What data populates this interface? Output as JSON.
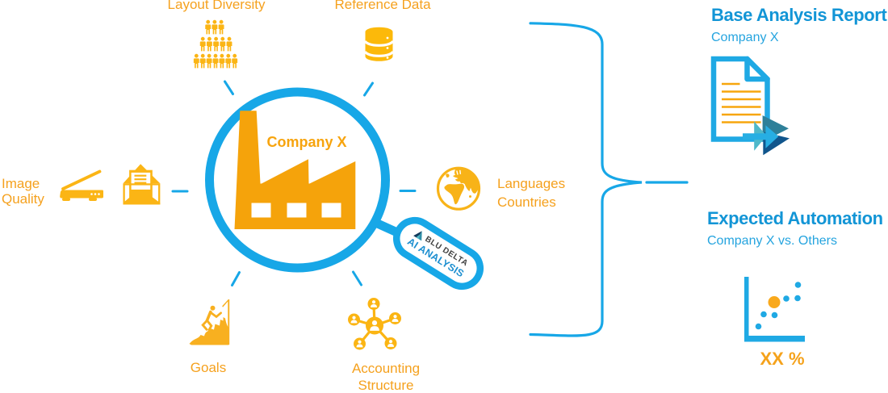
{
  "center": {
    "company_label": "Company X",
    "badge_line1": "BLU DELTA",
    "badge_line2": "AI ANALYSIS"
  },
  "inputs": {
    "layout_diversity": "Layout Diversity",
    "reference_data": "Reference Data",
    "image_quality_line1": "Image",
    "image_quality_line2": "Quality",
    "languages_line1": "Languages",
    "languages_line2": "Countries",
    "goals": "Goals",
    "accounting_line1": "Accounting",
    "accounting_line2": "Structure"
  },
  "outputs": {
    "report_title": "Base Analysis Report",
    "report_subtitle": "Company X",
    "automation_title": "Expected Automation",
    "automation_subtitle": "Company X vs. Others",
    "automation_value": "XX %"
  },
  "colors": {
    "blue": "#17A7E7",
    "heading_blue": "#1295D6",
    "orange_label": "#F5A11E",
    "factory_orange": "#F5A30B",
    "amber_icon": "#FBB515",
    "navy": "#10558C",
    "teal": "#2E8099",
    "light_teal": "#4FB8C9",
    "dark_text": "#3F3F3F"
  }
}
